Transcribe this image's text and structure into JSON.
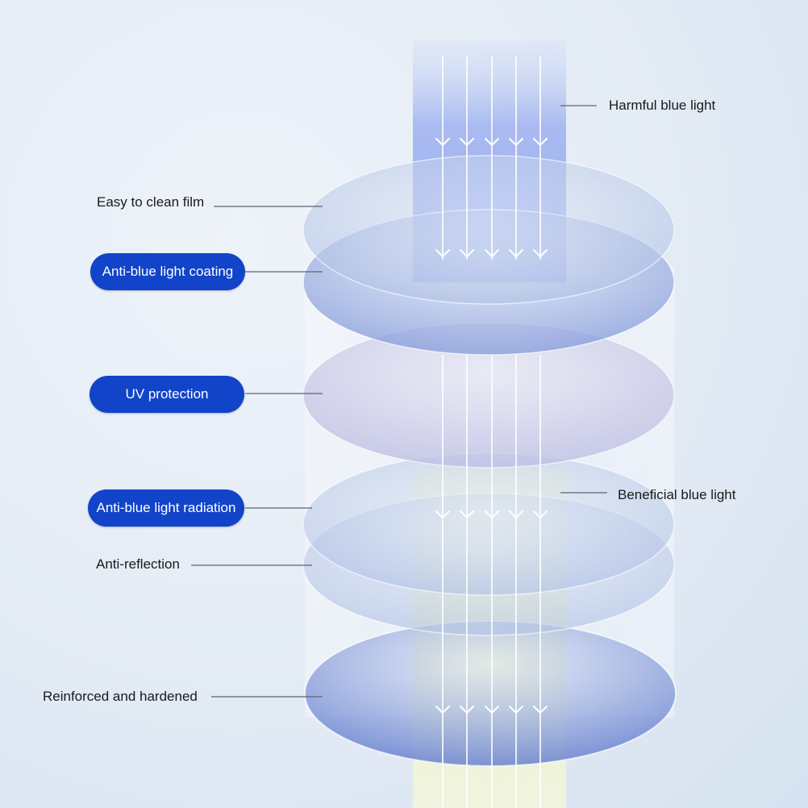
{
  "colors": {
    "background": "#e6edf6",
    "pill_fill": "#1144c8",
    "pill_text": "#ffffff",
    "label_text": "#1a1a1a",
    "leader_line": "#5a6470",
    "harmful_beam": "#8ea2ee",
    "beneficial_beam": "#e9f0c8",
    "lens_blue": "#8fa6de",
    "lens_lavender": "#c9c8e6"
  },
  "labels": {
    "harmful": "Harmful blue light",
    "beneficial": "Beneficial blue light",
    "easy_clean": "Easy to clean film",
    "anti_blue_coating": "Anti-blue light coating",
    "uv": "UV protection",
    "anti_blue_radiation": "Anti-blue light radiation",
    "anti_reflection": "Anti-reflection",
    "reinforced": "Reinforced and hardened"
  },
  "icons": [
    "down-arrow-icon"
  ]
}
